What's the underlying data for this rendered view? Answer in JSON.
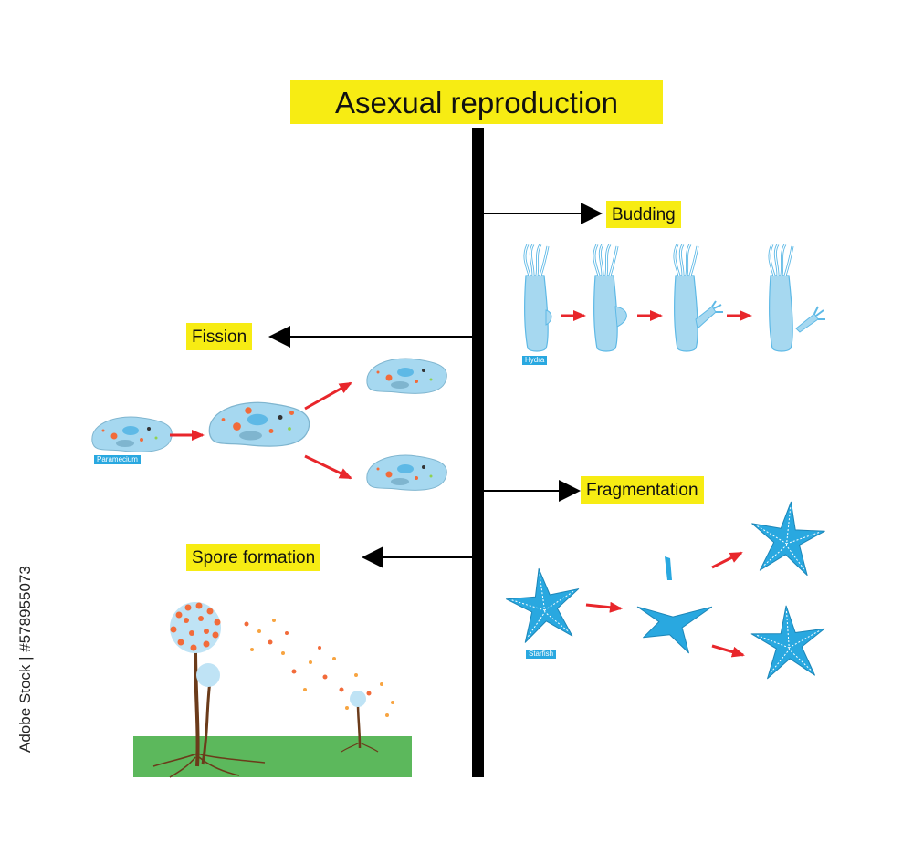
{
  "title": "Asexual reproduction",
  "methods": {
    "budding": "Budding",
    "fission": "Fission",
    "fragmentation": "Fragmentation",
    "spore_formation": "Spore formation"
  },
  "organisms": {
    "hydra": "Hydra",
    "paramecium": "Paramecium",
    "starfish": "Starfish"
  },
  "watermark": "Adobe Stock | #578955073",
  "colors": {
    "label_bg": "#f7ec13",
    "arrow_main": "#000000",
    "arrow_step": "#e8262b",
    "organism_fill": "#a6d8f0",
    "starfish": "#29a8e0",
    "ground": "#5cb85c"
  }
}
